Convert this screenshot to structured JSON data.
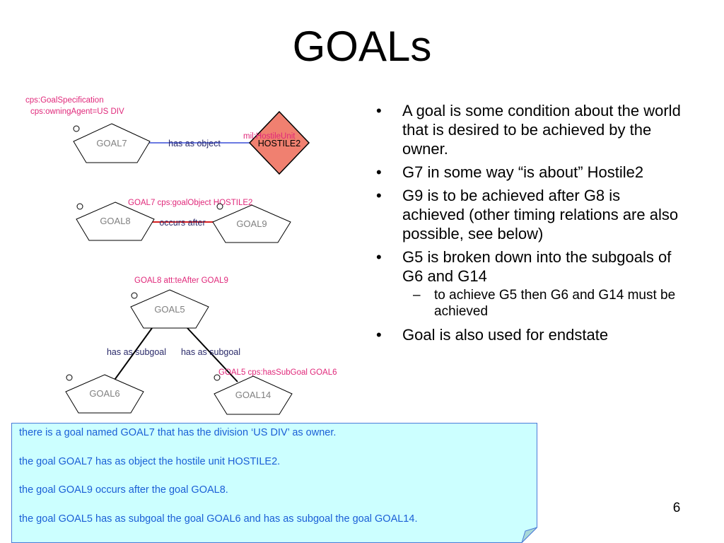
{
  "title": "GOALs",
  "diagram": {
    "goal7_annotation": {
      "line1": "cps:GoalSpecification",
      "line2": "cps:owningAgent=US DIV"
    },
    "goal7": "GOAL7",
    "hostile_type": "mil:HostileUnit",
    "hostile2": "HOSTILE2",
    "edge_has_object": "has as object",
    "goal7_caption": "GOAL7 cps:goalObject HOSTILE2",
    "goal8": "GOAL8",
    "goal9": "GOAL9",
    "edge_occurs_after": "occurs after",
    "goal8_caption": "GOAL8 att:teAfter GOAL9",
    "goal5": "GOAL5",
    "edge_subgoal_left": "has as subgoal",
    "edge_subgoal_right": "has as subgoal",
    "goal5_caption": "GOAL5 cps:hasSubGoal GOAL6",
    "goal6": "GOAL6",
    "goal14": "GOAL14",
    "colors": {
      "annotation": "#e0287a",
      "blue_edge": "#3a4fd8",
      "red_edge": "#d62020",
      "hostile_fill": "#f08070",
      "edge_label": "#2a2a6a",
      "node_label": "#808080"
    }
  },
  "bullets": [
    {
      "marker": "•",
      "text": "A goal is some condition about the world that is desired to be achieved by the owner."
    },
    {
      "marker": "•",
      "text": "G7 in some way “is about” Hostile2"
    },
    {
      "marker": "•",
      "text": "G9 is to be achieved after G8 is achieved (other timing relations are also possible, see below)"
    },
    {
      "marker": "•",
      "text": "G5 is broken down into the subgoals of G6 and G14"
    },
    {
      "marker": "–",
      "text": "to achieve G5 then G6 and G14 must be achieved"
    },
    {
      "marker": "•",
      "text": "Goal is also used for endstate"
    }
  ],
  "note": {
    "lines": [
      "there is a goal named GOAL7 that has the division ‘US DIV’ as owner.",
      "the goal GOAL7 has as object the hostile unit HOSTILE2.",
      "the goal GOAL9 occurs after the goal GOAL8.",
      "the goal GOAL5 has as subgoal the goal GOAL6 and has as subgoal the goal GOAL14."
    ],
    "fill": "#ccffff",
    "border": "#4a7ad8"
  },
  "page_number": "6"
}
